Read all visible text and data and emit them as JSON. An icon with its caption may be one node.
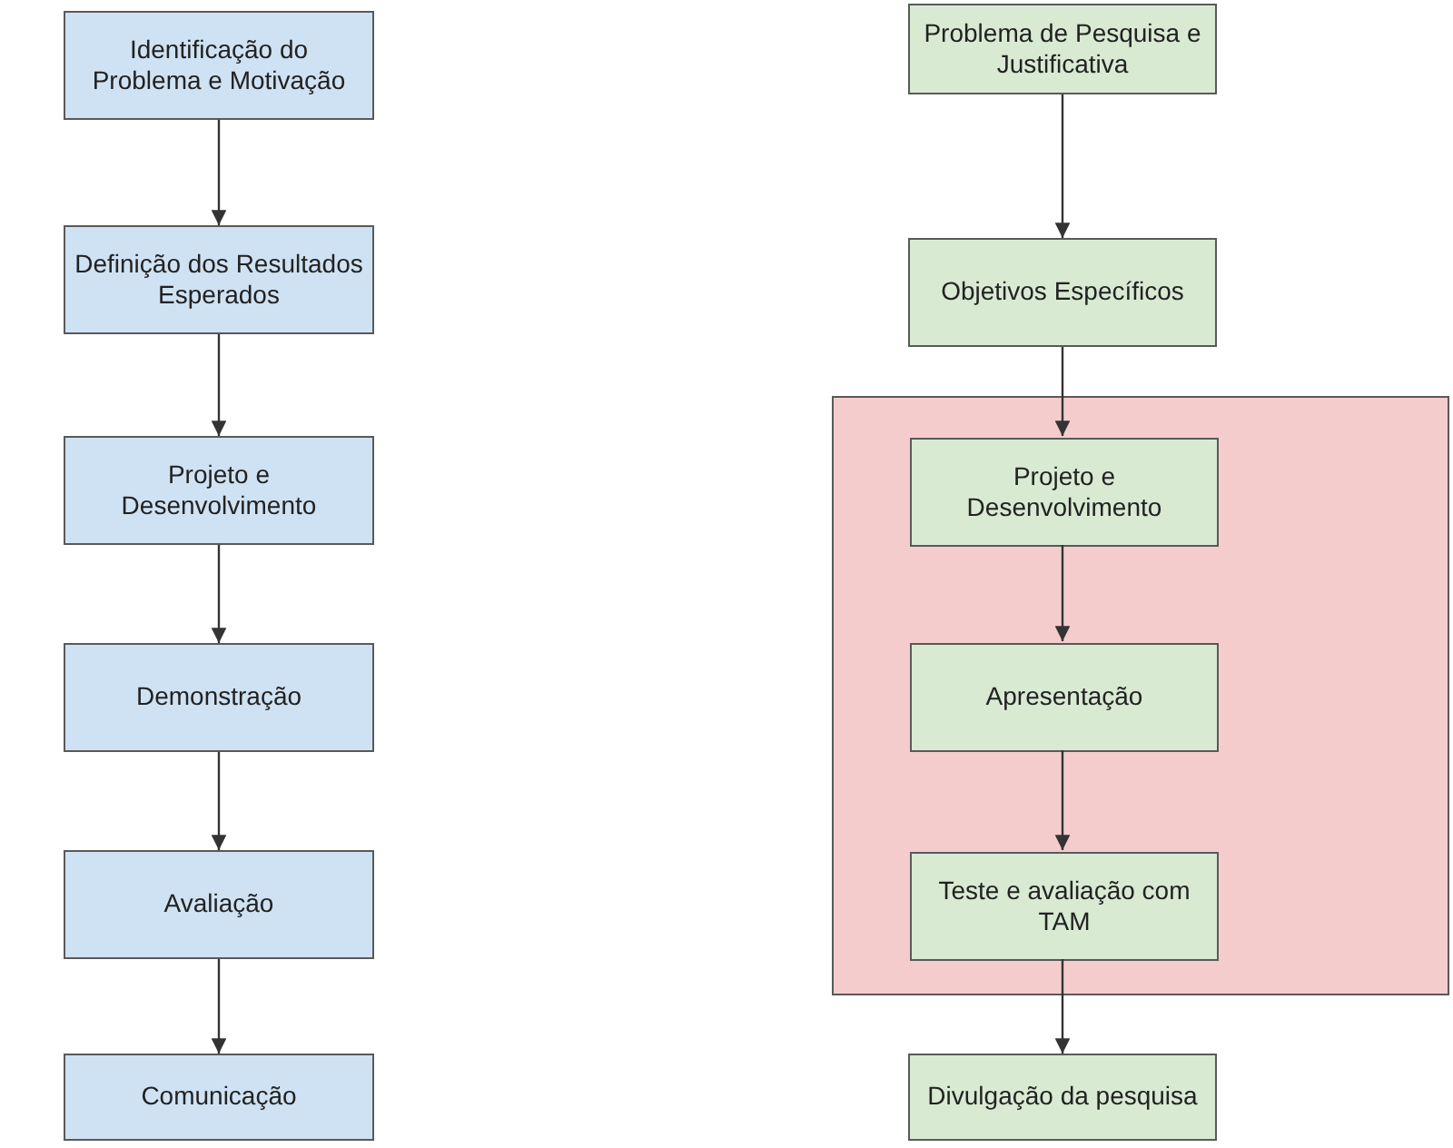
{
  "diagram": {
    "nodes": [
      {
        "text": [
          "Identificação do Problema e Motivação"
        ]
      },
      {
        "text": [
          "Definição dos Resultados Esperados"
        ]
      },
      {
        "text": [
          "Projeto e Desenvolvimento"
        ]
      },
      {
        "text": [
          "Demonstração"
        ]
      },
      {
        "text": [
          "Avaliação"
        ]
      },
      {
        "text": [
          "Comunicação"
        ]
      },
      {
        "text": [
          "Problema de Pesquisa e Justificativa"
        ]
      },
      {
        "text": [
          "Objetivos Específicos"
        ]
      },
      {
        "text": [],
        "shape": "box"
      },
      {
        "text": [
          "Projeto e Desenvolvimento"
        ],
        "in": 8
      },
      {
        "text": [
          "Apresentação"
        ],
        "in": 8
      },
      {
        "text": [
          "Teste e avaliação com TAM"
        ],
        "in": 8
      },
      {
        "text": [
          "Divulgação da pesquisa"
        ]
      }
    ],
    "edges": [
      {
        "from": 0,
        "to": 1,
        "arrow": "to"
      },
      {
        "from": 1,
        "to": 2,
        "arrow": "to"
      },
      {
        "from": 2,
        "to": 3,
        "arrow": "to"
      },
      {
        "from": 3,
        "to": 4,
        "arrow": "to"
      },
      {
        "from": 4,
        "to": 5,
        "arrow": "to"
      },
      {
        "from": 6,
        "to": 7,
        "arrow": "to"
      },
      {
        "from": 7,
        "to": 9,
        "arrow": "to"
      },
      {
        "from": 9,
        "to": 10,
        "arrow": "to"
      },
      {
        "from": 10,
        "to": 11,
        "arrow": "to"
      },
      {
        "from": 11,
        "to": 12,
        "arrow": "to"
      }
    ]
  }
}
